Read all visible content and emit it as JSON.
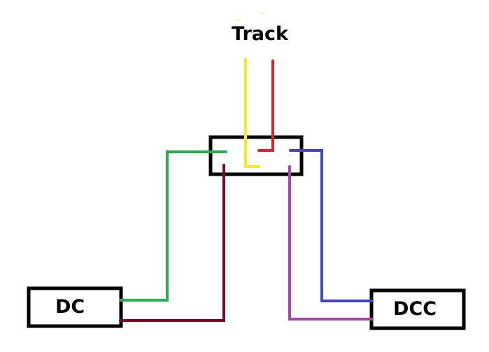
{
  "diagram": {
    "title": "Track",
    "boxes": {
      "switch": {
        "label": ""
      },
      "dc": {
        "label": "DC"
      },
      "dcc": {
        "label": "DCC"
      }
    },
    "wires": [
      {
        "name": "track-yellow",
        "color": "#f7ec1a"
      },
      {
        "name": "track-red",
        "color": "#e0202a"
      },
      {
        "name": "dc-green",
        "color": "#22b14c"
      },
      {
        "name": "dc-maroon",
        "color": "#7a0a1e"
      },
      {
        "name": "dcc-blue",
        "color": "#3f48cc"
      },
      {
        "name": "dcc-purple",
        "color": "#a349a4"
      }
    ]
  }
}
